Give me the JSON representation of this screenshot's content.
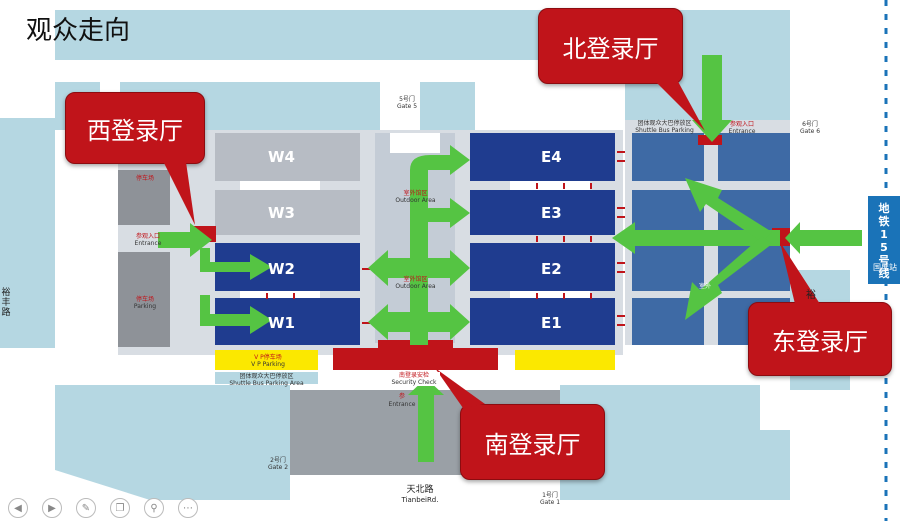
{
  "title": "观众走向",
  "callouts": {
    "west": "西登录厅",
    "north": "北登录厅",
    "east": "东登录厅",
    "south": "南登录厅"
  },
  "halls": {
    "w4": "W4",
    "w3": "W3",
    "w2": "W2",
    "w1": "W1",
    "e4": "E4",
    "e3": "E3",
    "e2": "E2",
    "e1": "E1"
  },
  "labels": {
    "gate5": "5号门",
    "gate5_en": "Gate 5",
    "gate6": "6号门",
    "gate6_en": "Gate 6",
    "gate2": "2号门",
    "gate2_en": "Gate 2",
    "gate1": "1号门",
    "gate1_en": "Gate 1",
    "outdoor_upper": "室外馆区",
    "outdoor_upper_en": "Outdoor Area",
    "outdoor_lower": "室外馆区",
    "outdoor_lower_en": "Outdoor Area",
    "parking_w": "停车场",
    "parking_w_en": "Parking",
    "parking_nw": "停车场",
    "visit_entry_w": "参观入口",
    "visit_entry_w_en": "Entrance",
    "vip_parking": "V P停车场",
    "vip_parking_en": "V P Parking",
    "shuttle_s": "团体观众大巴停放区",
    "shuttle_s_en": "Shuttle Bus Parking Area",
    "shuttle_n": "团体观众大巴停放区",
    "shuttle_n_en": "Shuttle Bus Parking",
    "visit_entry_n": "参观入口",
    "visit_entry_n_en": "Entrance",
    "security_s": "南登录安检",
    "security_s_en": "Security Check",
    "visit_entry_s": "参",
    "entrance_s_en": "Entrance",
    "road_s": "天北路",
    "road_s_en": "TianbeiRd.",
    "road_w": "裕丰路",
    "road_e": "裕",
    "outdoor_e": "室外"
  },
  "metro": {
    "line": "地铁15号线",
    "station": "国展站"
  },
  "nav_icons": [
    "prev-icon",
    "next-icon",
    "pen-icon",
    "copy-icon",
    "zoom-icon",
    "more-icon"
  ],
  "colors": {
    "callout": "#c0141a",
    "hall_blue": "#1f3c8f",
    "hall_gray": "#b7bcc4",
    "light_blue": "#b5d7e2",
    "arrow_green": "#55c443",
    "vip_yellow": "#fbe800",
    "metro_blue": "#1a73b8"
  }
}
